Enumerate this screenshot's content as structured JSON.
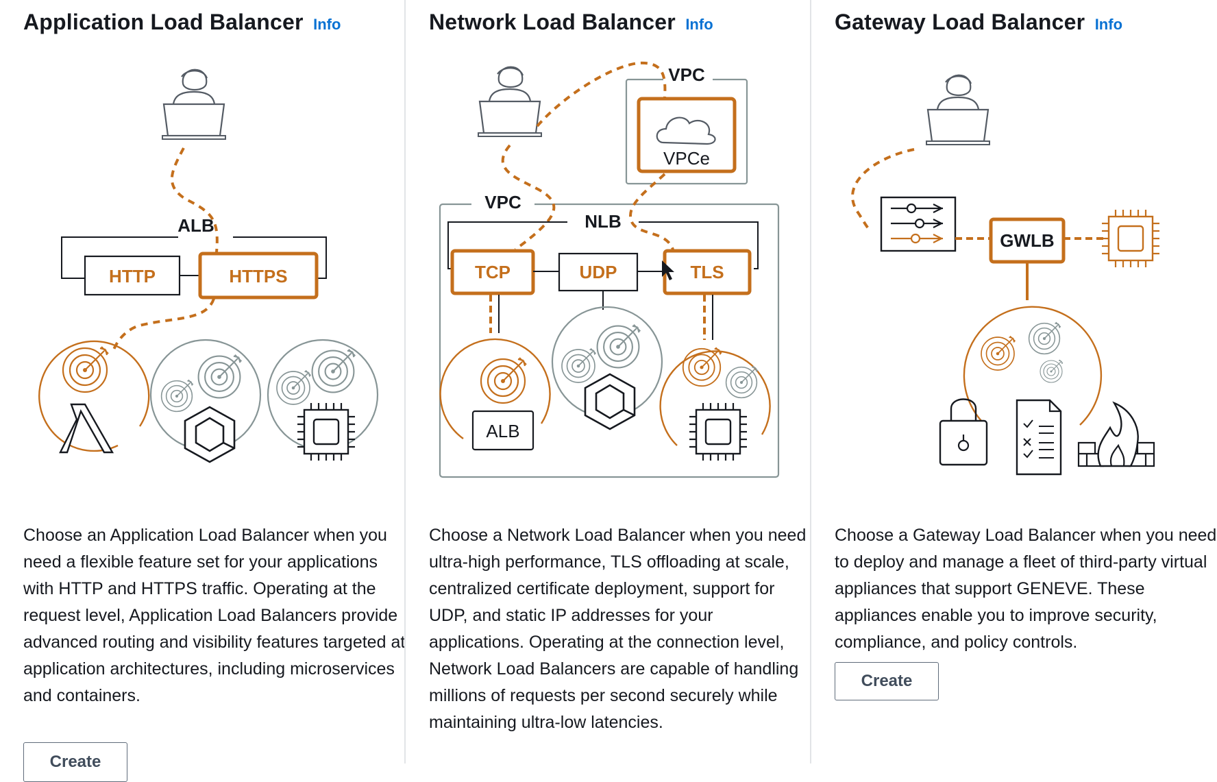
{
  "colors": {
    "accent": "#c46f1c",
    "stroke": "#545b64",
    "link": "#0972d3",
    "text": "#16191f"
  },
  "alb": {
    "title": "Application Load Balancer",
    "info": "Info",
    "diagram": {
      "group": "ALB",
      "http": "HTTP",
      "https": "HTTPS"
    },
    "description": "Choose an Application Load Balancer when you need a flexible feature set for your applications with HTTP and HTTPS traffic. Operating at the request level, Application Load Balancers provide advanced routing and visibility features targeted at application architectures, including microservices and containers.",
    "create": "Create"
  },
  "nlb": {
    "title": "Network Load Balancer",
    "info": "Info",
    "diagram": {
      "vpc_top": "VPC",
      "vpce": "VPCe",
      "vpc": "VPC",
      "group": "NLB",
      "tcp": "TCP",
      "udp": "UDP",
      "tls": "TLS",
      "alb": "ALB"
    },
    "description": "Choose a Network Load Balancer when you need ultra-high performance, TLS offloading at scale, centralized certificate deployment, support for UDP, and static IP addresses for your applications. Operating at the connection level, Network Load Balancers are capable of handling millions of requests per second securely while maintaining ultra-low latencies."
  },
  "gwlb": {
    "title": "Gateway Load Balancer",
    "info": "Info",
    "diagram": {
      "gwlb": "GWLB"
    },
    "description": "Choose a Gateway Load Balancer when you need to deploy and manage a fleet of third-party virtual appliances that support GENEVE. These appliances enable you to improve security, compliance, and policy controls.",
    "create": "Create"
  }
}
